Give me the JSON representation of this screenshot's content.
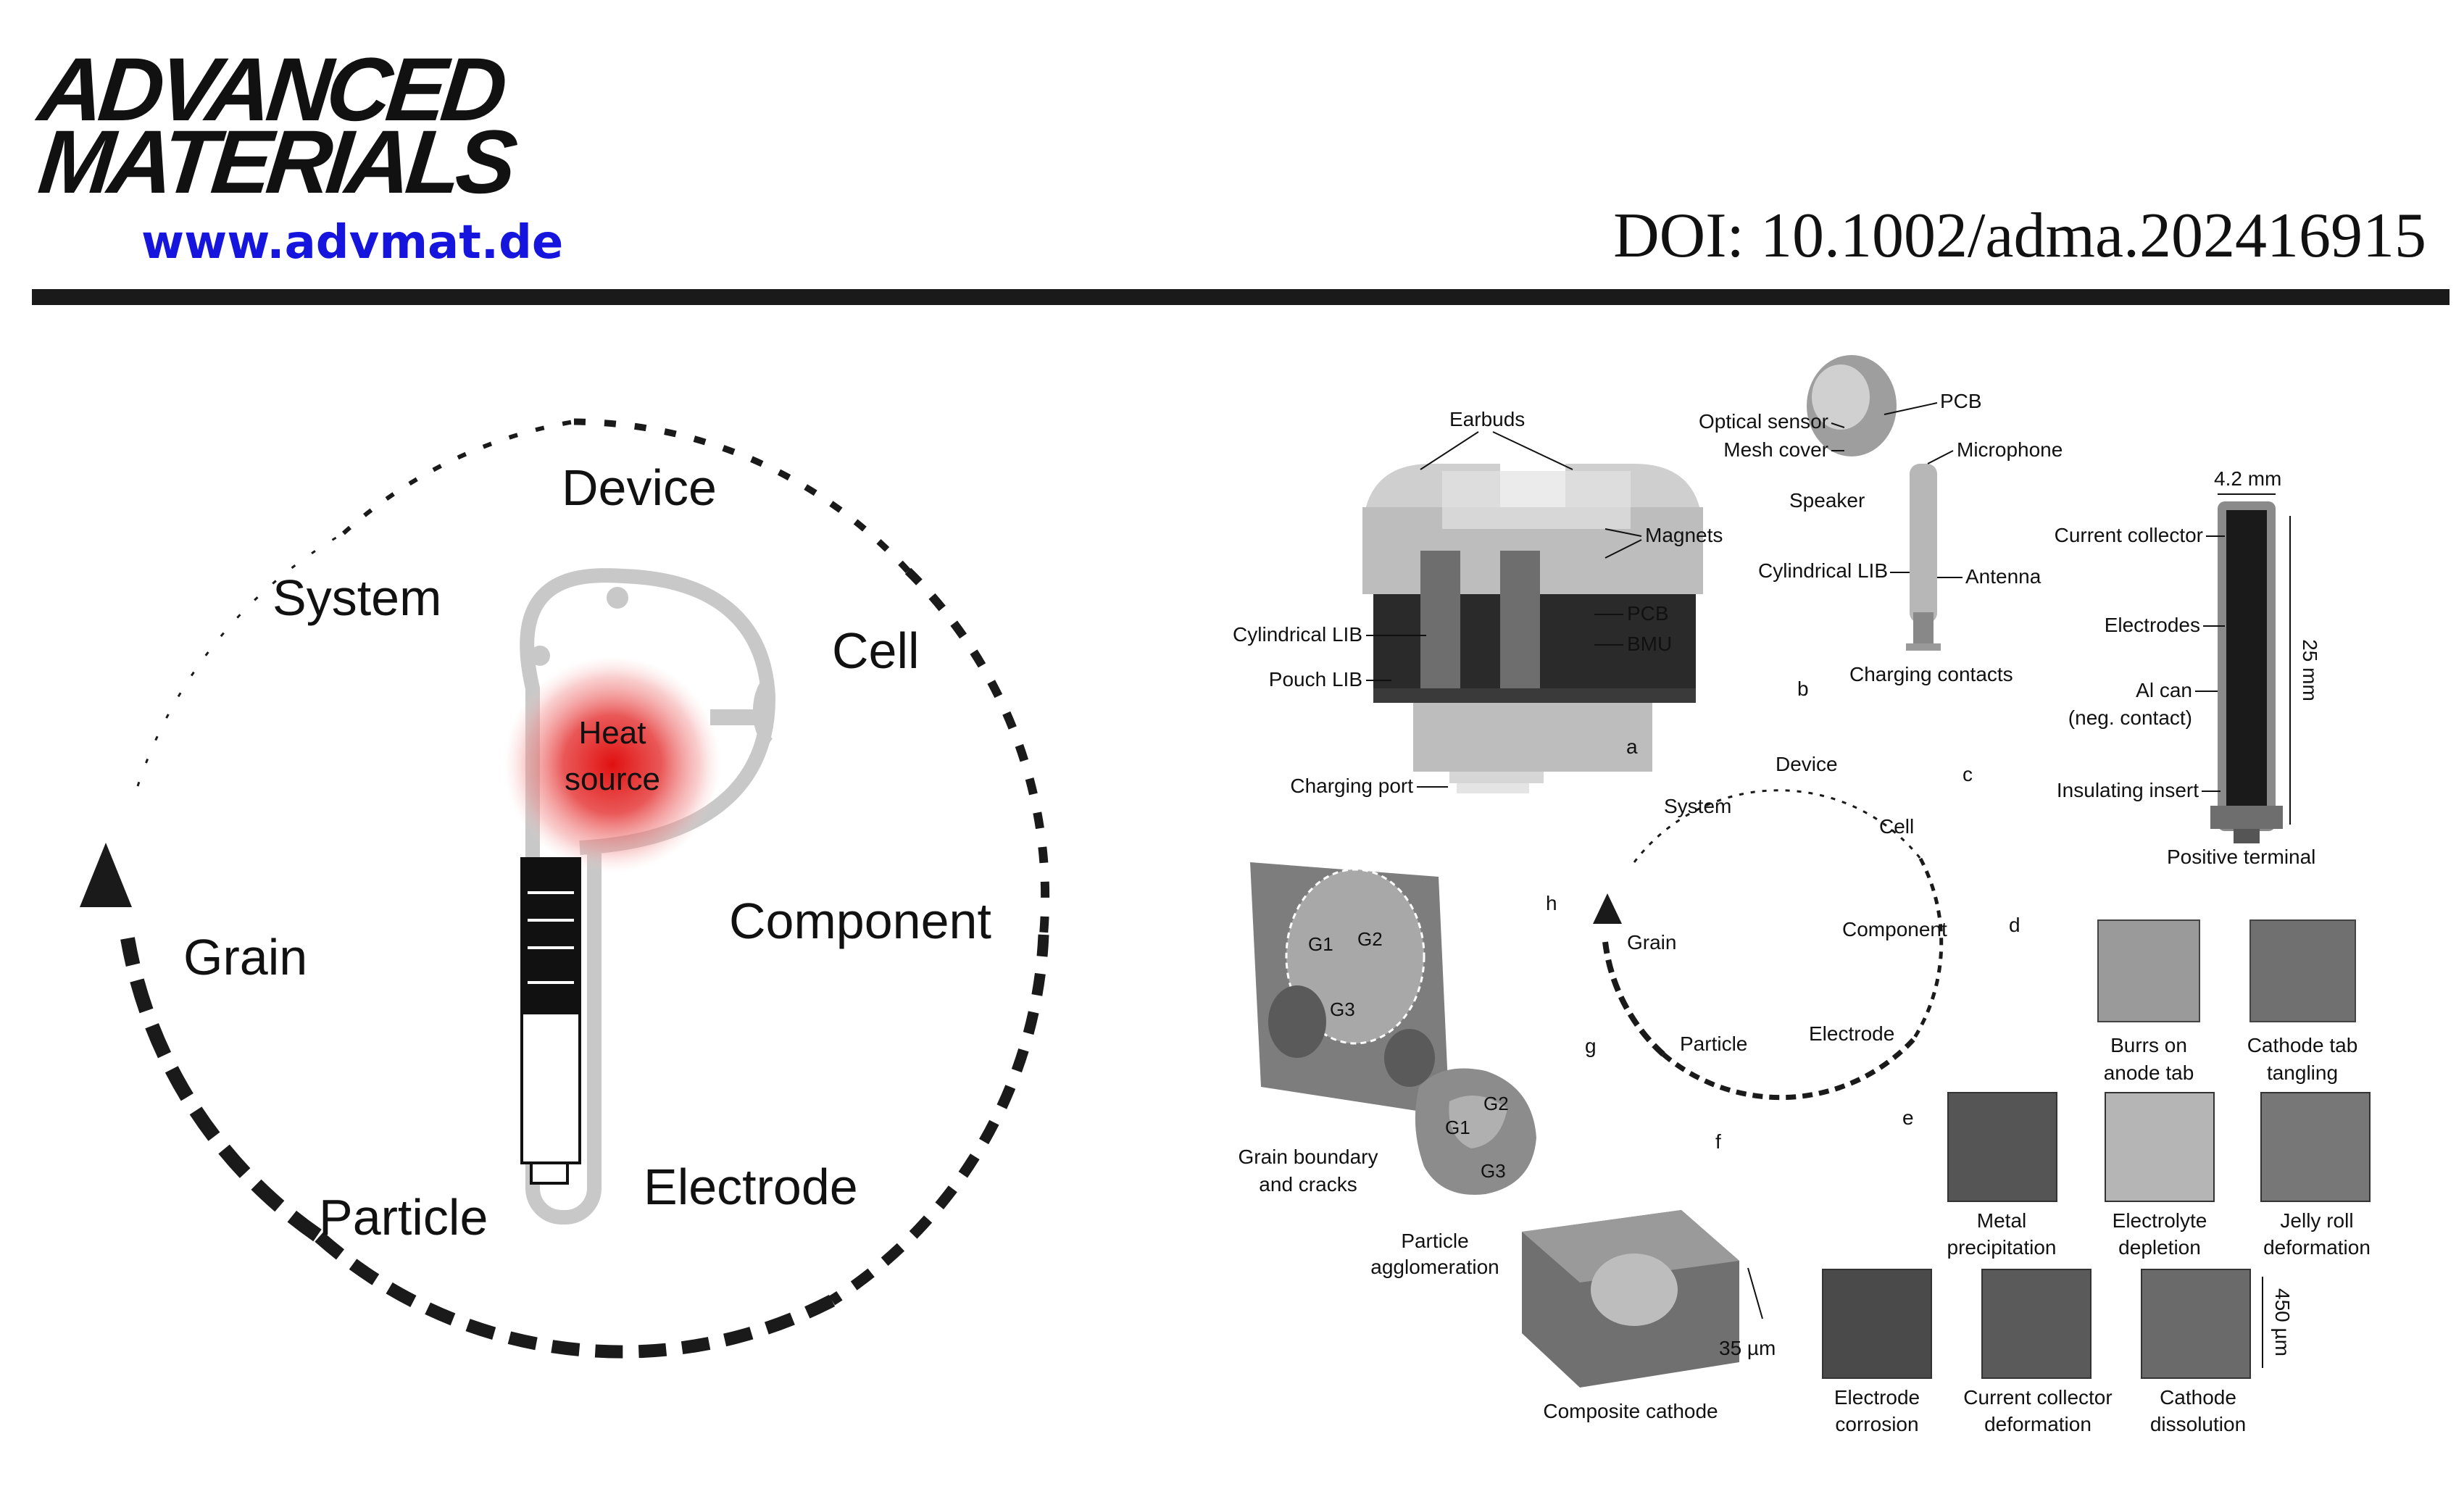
{
  "header": {
    "logo": [
      "ADVANCED",
      "MATERIALS"
    ],
    "url": "www.advmat.de",
    "doi": "DOI: 10.1002/adma.202416915"
  },
  "left_figure": {
    "levels": [
      "Device",
      "System",
      "Cell",
      "Component",
      "Grain",
      "Particle",
      "Electrode"
    ],
    "heat_source": [
      "Heat",
      "source"
    ]
  },
  "right_figure": {
    "panel_letters": [
      "a",
      "b",
      "c",
      "d",
      "e",
      "f",
      "g",
      "h"
    ],
    "cycle_levels": [
      "Device",
      "System",
      "Cell",
      "Component",
      "Grain",
      "Particle",
      "Electrode"
    ],
    "panel_a": [
      "Earbuds",
      "Magnets",
      "Cylindrical LIB",
      "PCB",
      "BMU",
      "Pouch LIB",
      "Charging port"
    ],
    "panel_b": [
      "PCB",
      "Optical sensor",
      "Mesh cover",
      "Microphone",
      "Speaker",
      "Cylindrical LIB",
      "Antenna",
      "Charging contacts"
    ],
    "panel_c": {
      "width": "4.2 mm",
      "height": "25 mm",
      "labels": [
        "Current collector",
        "Electrodes",
        "Al can",
        "(neg. contact)",
        "Insulating insert",
        "Positive terminal"
      ]
    },
    "panel_d": [
      [
        "Burrs on",
        "anode tab"
      ],
      [
        "Cathode tab",
        "tangling"
      ]
    ],
    "panel_e": [
      [
        "Metal",
        "precipitation"
      ],
      [
        "Electrolyte",
        "depletion"
      ],
      [
        "Jelly roll",
        "deformation"
      ]
    ],
    "panel_e2": [
      [
        "Electrode",
        "corrosion"
      ],
      [
        "Current collector",
        "deformation"
      ],
      [
        "Cathode",
        "dissolution"
      ]
    ],
    "scale_450": "450 µm",
    "panel_f": {
      "label": "Composite cathode",
      "scale": "35 µm"
    },
    "panel_g": [
      "Particle",
      "agglomeration"
    ],
    "panel_h": [
      "Grain boundary",
      "and cracks"
    ],
    "grain_ids": [
      "G1",
      "G2",
      "G3"
    ]
  }
}
